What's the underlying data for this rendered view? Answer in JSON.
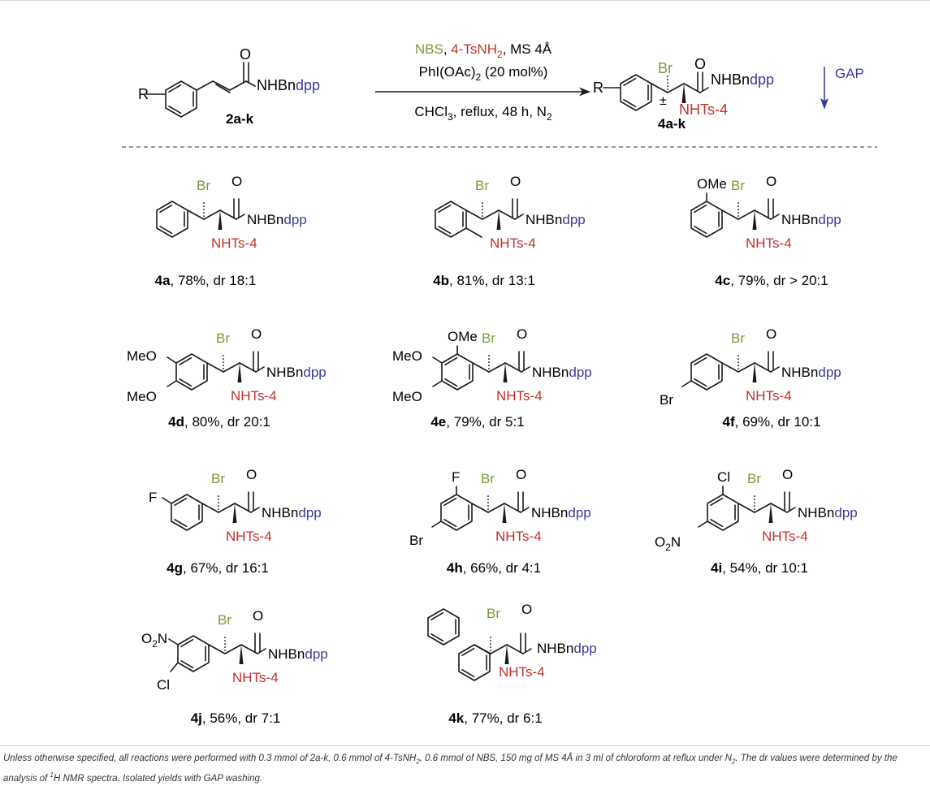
{
  "colors": {
    "green": "#7a9a3a",
    "red": "#c0302b",
    "blue": "#3b3b9a",
    "black": "#1a1a1a"
  },
  "reaction": {
    "reactant_label": "2a-k",
    "reactant_r": "R",
    "reactant_amide_nhbn": "NHBn",
    "reactant_amide_dpp": "dpp",
    "reactant_o": "O",
    "reagent_nbs": "NBS",
    "reagent_sep1": ", ",
    "reagent_tsnh2": "4-TsNH",
    "reagent_tsnh2_sub": "2",
    "reagent_ms": ", MS 4Å",
    "catalyst": "PhI(OAc)",
    "catalyst_sub": "2",
    "catalyst_tail": " (20 mol%)",
    "conditions": "CHCl",
    "conditions_sub": "3",
    "conditions_mid": ", reflux, 48 h, N",
    "conditions_sub2": "2",
    "product_label": "4a-k",
    "product_r": "R",
    "product_pm": "±",
    "product_br": "Br",
    "product_o": "O",
    "product_nhbn": "NHBn",
    "product_dpp": "dpp",
    "product_nhts": "NHTs-4",
    "gap": "GAP"
  },
  "compounds": [
    {
      "id": "4a",
      "rest": ", 78%, dr 18:1"
    },
    {
      "id": "4b",
      "rest": ", 81%, dr 13:1"
    },
    {
      "id": "4c",
      "rest": ", 79%, dr > 20:1",
      "sub1": "OMe"
    },
    {
      "id": "4d",
      "rest": ", 80%, dr 20:1",
      "sub1": "MeO",
      "sub2": "MeO"
    },
    {
      "id": "4e",
      "rest": ", 79%, dr 5:1",
      "sub1": "OMe",
      "sub2": "MeO",
      "sub3": "MeO"
    },
    {
      "id": "4f",
      "rest": ", 69%, dr 10:1",
      "sub1": "Br"
    },
    {
      "id": "4g",
      "rest": ", 67%, dr 16:1",
      "sub1": "F"
    },
    {
      "id": "4h",
      "rest": ", 66%, dr 4:1",
      "sub1": "F",
      "sub2": "Br"
    },
    {
      "id": "4i",
      "rest": ", 54%, dr 10:1",
      "sub1": "Cl",
      "sub2_main": "O",
      "sub2_sub": "2",
      "sub2_tail": "N"
    },
    {
      "id": "4j",
      "rest": ", 56%, dr 7:1",
      "sub1_main": "O",
      "sub1_sub": "2",
      "sub1_tail": "N",
      "sub2": "Cl"
    },
    {
      "id": "4k",
      "rest": ", 77%, dr 6:1"
    }
  ],
  "common": {
    "br": "Br",
    "o": "O",
    "nhbn": "NHBn",
    "dpp": "dpp",
    "nhts": "NHTs-4"
  },
  "footnote": {
    "p1": "Unless otherwise specified, all reactions were performed with 0.3 mmol of 2a-k, 0.6 mmol of 4-TsNH",
    "s1": "2",
    "p2": ", 0.6 mmol of NBS, 150 mg of MS 4Å in 3 ml of chloroform at reflux under N",
    "s2": "2",
    "p3": ". The dr values were determined by the analysis of ",
    "sup": "1",
    "p4": "H NMR spectra. Isolated yields with GAP washing."
  }
}
